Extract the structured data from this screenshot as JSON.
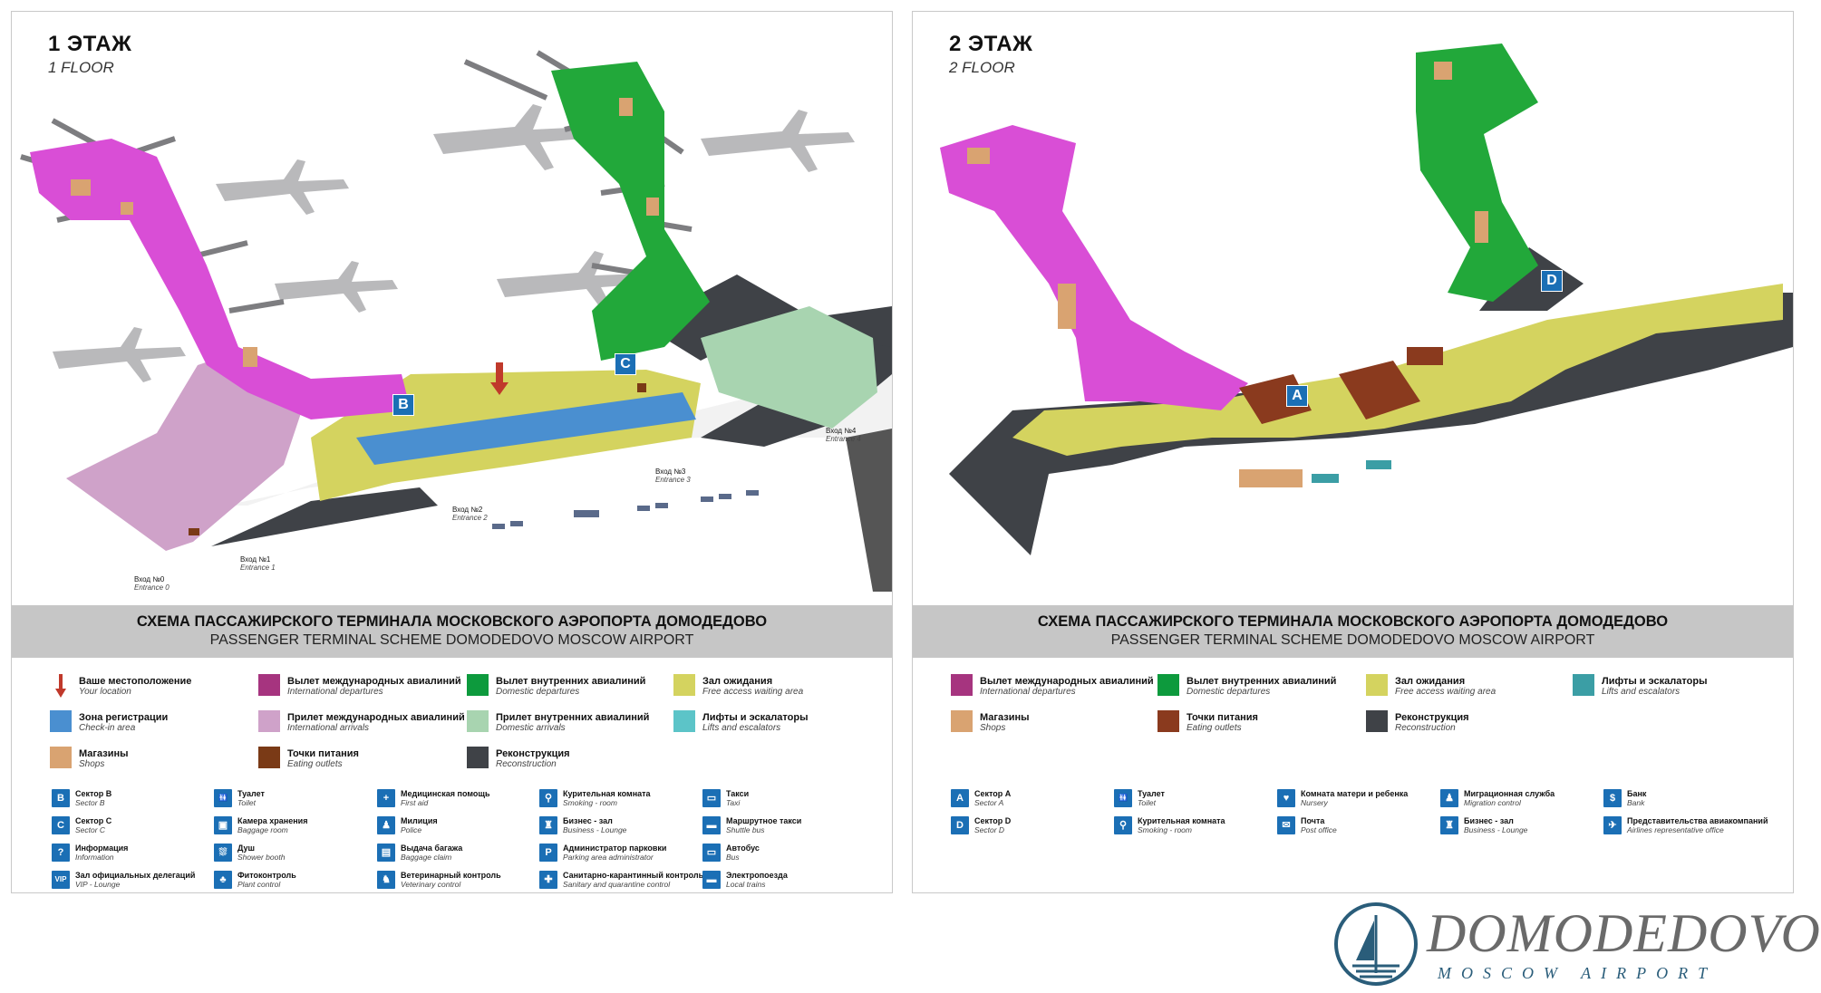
{
  "floors": [
    {
      "title_ru": "1 ЭТАЖ",
      "title_en": "1 FLOOR",
      "banner_ru": "СХЕМА ПАССАЖИРСКОГО ТЕРМИНАЛА МОСКОВСКОГО АЭРОПОРТА ДОМОДЕДОВО",
      "banner_en": "PASSENGER TERMINAL SCHEME DOMODEDOVO MOSCOW AIRPORT",
      "map_labels": {
        "sector_b": "B",
        "sector_c": "C"
      },
      "entrances": [
        {
          "ru": "Вход №0",
          "en": "Entrance 0"
        },
        {
          "ru": "Вход №1",
          "en": "Entrance 1"
        },
        {
          "ru": "Вход №2",
          "en": "Entrance 2"
        },
        {
          "ru": "Вход №3",
          "en": "Entrance 3"
        },
        {
          "ru": "Вход №4",
          "en": "Entrance 4"
        }
      ],
      "legend": [
        {
          "ru": "Ваше местоположение",
          "en": "Your location",
          "color": "#c0392b",
          "icon": "location-arrow"
        },
        {
          "ru": "Вылет международных авиалиний",
          "en": "International departures",
          "color": "#a6347f"
        },
        {
          "ru": "Вылет внутренних авиалиний",
          "en": "Domestic departures",
          "color": "#0d9a3d"
        },
        {
          "ru": "Зал ожидания",
          "en": "Free access waiting area",
          "color": "#d4d35f"
        },
        {
          "ru": "Зона регистрации",
          "en": "Check-in area",
          "color": "#4a8fd0"
        },
        {
          "ru": "Прилет международных авиалиний",
          "en": "International arrivals",
          "color": "#cfa2c9"
        },
        {
          "ru": "Прилет внутренних авиалиний",
          "en": "Domestic arrivals",
          "color": "#a8d4b0"
        },
        {
          "ru": "Лифты и эскалаторы",
          "en": "Lifts and escalators",
          "color": "#5cc4c8"
        },
        {
          "ru": "Магазины",
          "en": "Shops",
          "color": "#d9a371"
        },
        {
          "ru": "Точки питания",
          "en": "Eating outlets",
          "color": "#7a3a16"
        },
        {
          "ru": "Реконструкция",
          "en": "Reconstruction",
          "color": "#3f4247"
        }
      ],
      "icons": [
        {
          "ru": "Сектор B",
          "en": "Sector B",
          "glyph": "B",
          "icon": "sector-b-icon"
        },
        {
          "ru": "Туалет",
          "en": "Toilet",
          "glyph": "🚻",
          "icon": "toilet-icon"
        },
        {
          "ru": "Медицинская помощь",
          "en": "First aid",
          "glyph": "+",
          "icon": "first-aid-icon"
        },
        {
          "ru": "Курительная комната",
          "en": "Smoking - room",
          "glyph": "⚲",
          "icon": "smoking-icon"
        },
        {
          "ru": "Такси",
          "en": "Taxi",
          "glyph": "▭",
          "icon": "taxi-icon"
        },
        {
          "ru": "Сектор C",
          "en": "Sector C",
          "glyph": "C",
          "icon": "sector-c-icon"
        },
        {
          "ru": "Камера хранения",
          "en": "Baggage room",
          "glyph": "▣",
          "icon": "baggage-room-icon"
        },
        {
          "ru": "Милиция",
          "en": "Police",
          "glyph": "♟",
          "icon": "police-icon"
        },
        {
          "ru": "Бизнес - зал",
          "en": "Business - Lounge",
          "glyph": "♜",
          "icon": "business-lounge-icon"
        },
        {
          "ru": "Маршрутное такси",
          "en": "Shuttle bus",
          "glyph": "▬",
          "icon": "shuttle-bus-icon"
        },
        {
          "ru": "Информация",
          "en": "Information",
          "glyph": "?",
          "icon": "information-icon"
        },
        {
          "ru": "Душ",
          "en": "Shower booth",
          "glyph": "⛆",
          "icon": "shower-icon"
        },
        {
          "ru": "Выдача багажа",
          "en": "Baggage claim",
          "glyph": "▤",
          "icon": "baggage-claim-icon"
        },
        {
          "ru": "Администратор парковки",
          "en": "Parking area administrator",
          "glyph": "P",
          "icon": "parking-admin-icon"
        },
        {
          "ru": "Автобус",
          "en": "Bus",
          "glyph": "▭",
          "icon": "bus-icon"
        },
        {
          "ru": "Зал официальных делегаций",
          "en": "VIP - Lounge",
          "glyph": "VIP",
          "icon": "vip-lounge-icon"
        },
        {
          "ru": "Фитоконтроль",
          "en": "Plant control",
          "glyph": "♣",
          "icon": "plant-control-icon"
        },
        {
          "ru": "Ветеринарный контроль",
          "en": "Veterinary control",
          "glyph": "♞",
          "icon": "veterinary-icon"
        },
        {
          "ru": "Санитарно-карантинный контроль",
          "en": "Sanitary and quarantine control",
          "glyph": "✚",
          "icon": "quarantine-icon"
        },
        {
          "ru": "Электропоезда",
          "en": "Local trains",
          "glyph": "▬",
          "icon": "train-icon"
        }
      ]
    },
    {
      "title_ru": "2 ЭТАЖ",
      "title_en": "2 FLOOR",
      "banner_ru": "СХЕМА ПАССАЖИРСКОГО ТЕРМИНАЛА МОСКОВСКОГО АЭРОПОРТА ДОМОДЕДОВО",
      "banner_en": "PASSENGER TERMINAL SCHEME DOMODEDOVO MOSCOW AIRPORT",
      "map_labels": {
        "sector_a": "A",
        "sector_d": "D"
      },
      "legend": [
        {
          "ru": "Вылет международных авиалиний",
          "en": "International departures",
          "color": "#a6347f"
        },
        {
          "ru": "Вылет внутренних авиалиний",
          "en": "Domestic departures",
          "color": "#0d9a3d"
        },
        {
          "ru": "Зал ожидания",
          "en": "Free access waiting area",
          "color": "#d4d35f"
        },
        {
          "ru": "Лифты и эскалаторы",
          "en": "Lifts and escalators",
          "color": "#3b9ea5"
        },
        {
          "ru": "Магазины",
          "en": "Shops",
          "color": "#d9a371"
        },
        {
          "ru": "Точки питания",
          "en": "Eating outlets",
          "color": "#8a3a1e"
        },
        {
          "ru": "Реконструкция",
          "en": "Reconstruction",
          "color": "#3f4247"
        }
      ],
      "icons": [
        {
          "ru": "Сектор A",
          "en": "Sector A",
          "glyph": "A",
          "icon": "sector-a-icon"
        },
        {
          "ru": "Туалет",
          "en": "Toilet",
          "glyph": "🚻",
          "icon": "toilet-icon"
        },
        {
          "ru": "Комната матери и ребенка",
          "en": "Nursery",
          "glyph": "♥",
          "icon": "nursery-icon"
        },
        {
          "ru": "Миграционная служба",
          "en": "Migration control",
          "glyph": "♟",
          "icon": "migration-icon"
        },
        {
          "ru": "Банк",
          "en": "Bank",
          "glyph": "$",
          "icon": "bank-icon"
        },
        {
          "ru": "Сектор D",
          "en": "Sector D",
          "glyph": "D",
          "icon": "sector-d-icon"
        },
        {
          "ru": "Курительная комната",
          "en": "Smoking - room",
          "glyph": "⚲",
          "icon": "smoking-icon"
        },
        {
          "ru": "Почта",
          "en": "Post office",
          "glyph": "✉",
          "icon": "post-office-icon"
        },
        {
          "ru": "Бизнес - зал",
          "en": "Business - Lounge",
          "glyph": "♜",
          "icon": "business-lounge-icon"
        },
        {
          "ru": "Представительства авиакомпаний",
          "en": "Airlines representative office",
          "glyph": "✈",
          "icon": "airline-office-icon"
        }
      ]
    }
  ],
  "logo": {
    "word": "DOMODEDOVO",
    "sub": "MOSCOW AIRPORT",
    "colors": {
      "text": "#6a6a6a",
      "accent": "#2a5d7a"
    }
  }
}
